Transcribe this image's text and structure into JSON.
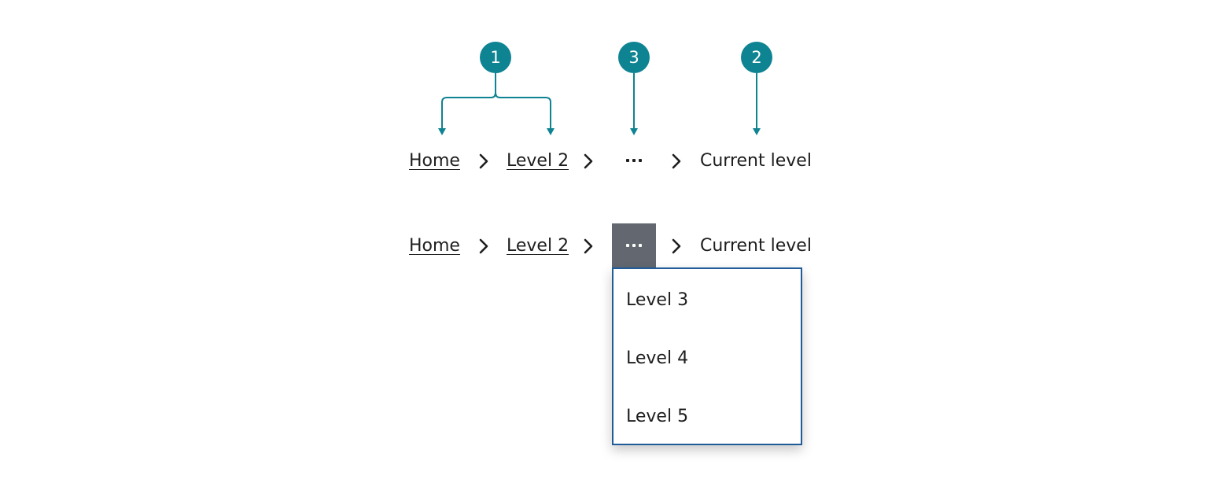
{
  "colors": {
    "annotation": "#0e8392",
    "text": "#1e1e1e",
    "ellipsis_active_bg": "#636870",
    "menu_border": "#1f5c99"
  },
  "annotations": [
    {
      "number": "1"
    },
    {
      "number": "3"
    },
    {
      "number": "2"
    }
  ],
  "breadcrumb_default": {
    "items": [
      {
        "label": "Home"
      },
      {
        "label": "Level 2"
      },
      {
        "label": "Current level"
      }
    ]
  },
  "breadcrumb_expanded": {
    "items": [
      {
        "label": "Home"
      },
      {
        "label": "Level 2"
      },
      {
        "label": "Current level"
      }
    ],
    "menu": [
      {
        "label": "Level 3"
      },
      {
        "label": "Level 4"
      },
      {
        "label": "Level 5"
      }
    ]
  }
}
